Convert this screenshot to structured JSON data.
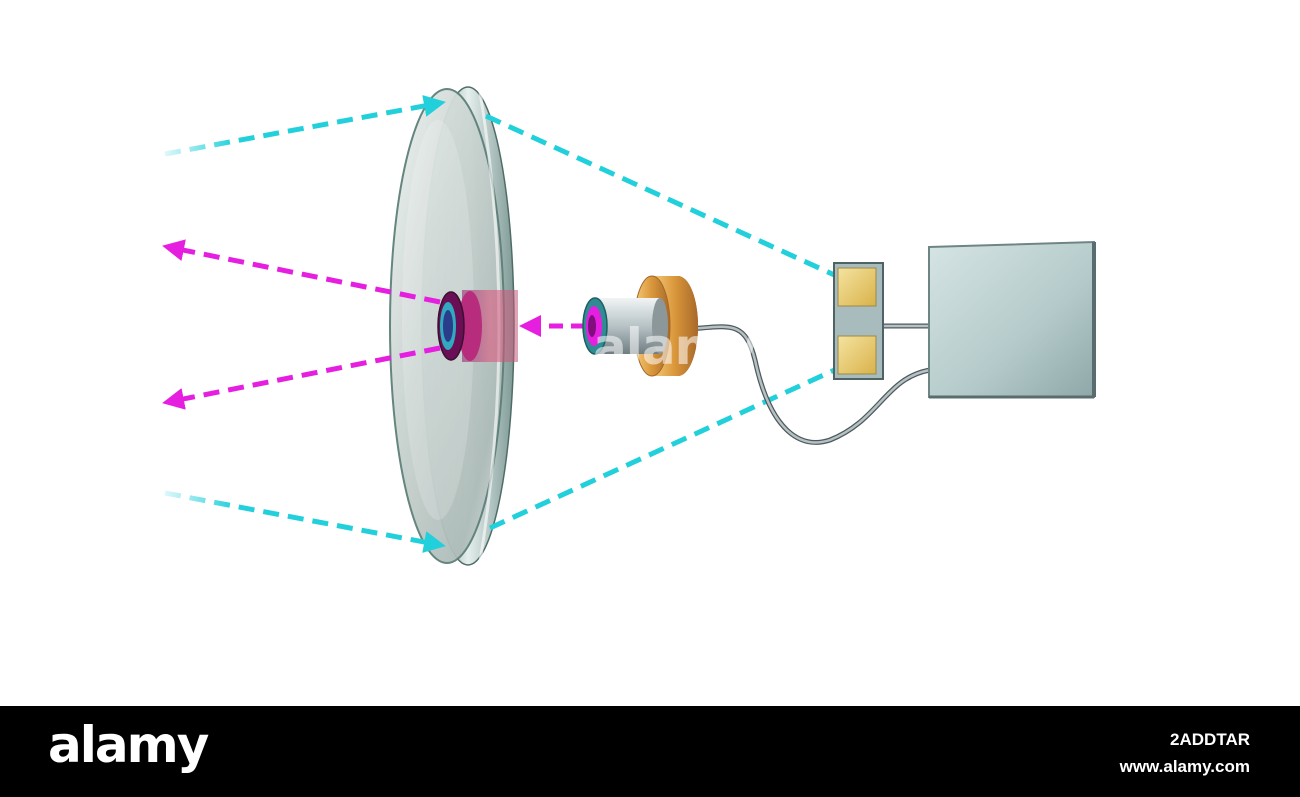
{
  "watermark": {
    "text": "alamy"
  },
  "footer": {
    "logo": "alamy",
    "image_id": "2ADDTAR",
    "url": "www.alamy.com"
  },
  "colors": {
    "incoming_signal": "#22d0dc",
    "outgoing_signal": "#e51ee0",
    "dish_glass": "#c6d2cf",
    "feed_horn_mount": "#e0a040",
    "receiver_box": "#b9cfcf",
    "detector_pads": "#e4c75c",
    "footer_bg": "#000000"
  },
  "components": [
    {
      "name": "parabolic-dish",
      "icon": "dish-icon"
    },
    {
      "name": "dish-center-ring",
      "icon": "ring-icon"
    },
    {
      "name": "feed-horn",
      "icon": "horn-icon"
    },
    {
      "name": "detector-array",
      "icon": "detector-icon"
    },
    {
      "name": "processing-box",
      "icon": "box-icon"
    },
    {
      "name": "signal-cable",
      "icon": "cable-icon"
    }
  ]
}
